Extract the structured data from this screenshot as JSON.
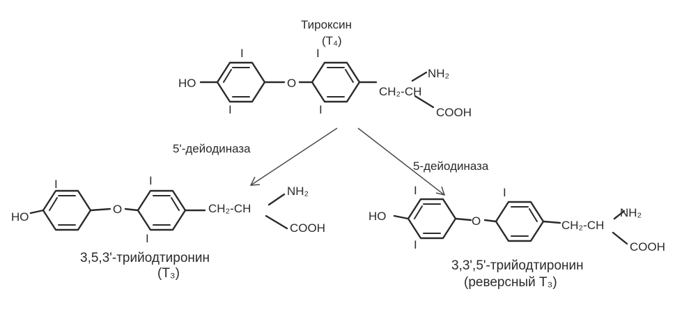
{
  "top": {
    "name": "Тироксин",
    "abbr": "(T₄)",
    "ho": "HO",
    "iodine_a": "I",
    "iodine_b": "I",
    "iodine_c": "I",
    "iodine_d": "I",
    "oxygen": "O",
    "chain": "CH₂-CH",
    "nh2": "NH₂",
    "cooh": "COOH"
  },
  "left": {
    "enzyme": "5'-дейодиназа",
    "ho": "HO",
    "iodine_a": "I",
    "iodine_b": "I",
    "iodine_c": "I",
    "oxygen": "O",
    "chain": "CH₂-CH",
    "nh2": "NH₂",
    "cooh": "COOH",
    "name": "3,5,3'-трийодтиронин",
    "abbr": "(T₃)"
  },
  "right": {
    "enzyme": "5-дейодиназа",
    "ho": "HO",
    "iodine_a": "I",
    "iodine_b": "I",
    "iodine_c": "I",
    "oxygen": "O",
    "chain": "CH₂-CH",
    "nh2": "NH₂",
    "cooh": "COOH",
    "name": "3,3',5'-трийодтиронин",
    "abbr": "(реверсный T₃)"
  }
}
